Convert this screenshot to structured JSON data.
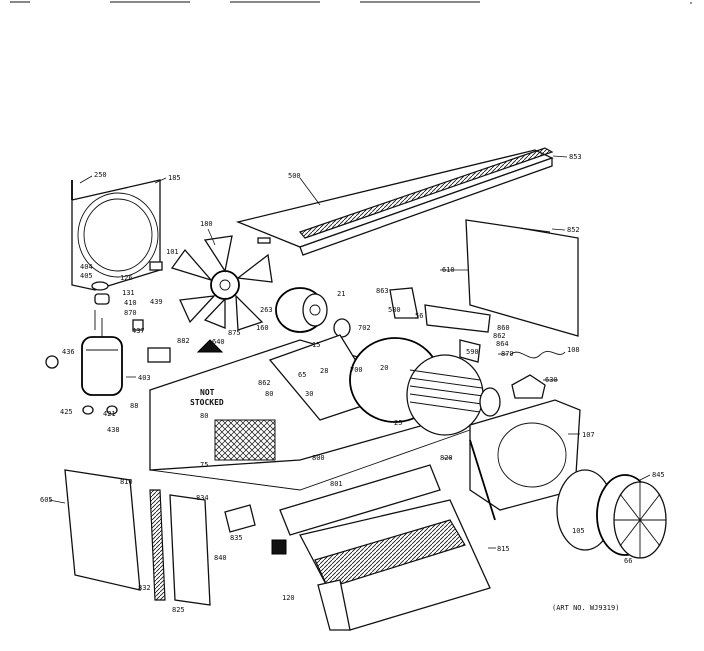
{
  "labels": [
    {
      "text": "250"
    },
    {
      "text": "185"
    },
    {
      "text": "500"
    },
    {
      "text": "853"
    },
    {
      "text": "180"
    },
    {
      "text": "852"
    },
    {
      "text": "610"
    },
    {
      "text": "101"
    },
    {
      "text": "404"
    },
    {
      "text": "405"
    },
    {
      "text": "126"
    },
    {
      "text": "131"
    },
    {
      "text": "410"
    },
    {
      "text": "870"
    },
    {
      "text": "437"
    },
    {
      "text": "439"
    },
    {
      "text": "436"
    },
    {
      "text": "403"
    },
    {
      "text": "425"
    },
    {
      "text": "421"
    },
    {
      "text": "438"
    },
    {
      "text": "88"
    },
    {
      "text": "882"
    },
    {
      "text": "640"
    },
    {
      "text": "875"
    },
    {
      "text": "263"
    },
    {
      "text": "160"
    },
    {
      "text": "21"
    },
    {
      "text": "702"
    },
    {
      "text": "863"
    },
    {
      "text": "860"
    },
    {
      "text": "580"
    },
    {
      "text": "56"
    },
    {
      "text": "590"
    },
    {
      "text": "862"
    },
    {
      "text": "864"
    },
    {
      "text": "879"
    },
    {
      "text": "108"
    },
    {
      "text": "630"
    },
    {
      "text": "107"
    },
    {
      "text": "NOT"
    },
    {
      "text": "STOCKED"
    },
    {
      "text": "80"
    },
    {
      "text": "75"
    },
    {
      "text": "20"
    },
    {
      "text": "25"
    },
    {
      "text": "800"
    },
    {
      "text": "820"
    },
    {
      "text": "801"
    },
    {
      "text": "605"
    },
    {
      "text": "810"
    },
    {
      "text": "834"
    },
    {
      "text": "835"
    },
    {
      "text": "840"
    },
    {
      "text": "832"
    },
    {
      "text": "825"
    },
    {
      "text": "815"
    },
    {
      "text": "120"
    },
    {
      "text": "105"
    },
    {
      "text": "845"
    },
    {
      "text": "66"
    },
    {
      "text": "862"
    },
    {
      "text": "80"
    },
    {
      "text": "65"
    },
    {
      "text": "30"
    },
    {
      "text": "28"
    },
    {
      "text": "700"
    },
    {
      "text": "15"
    }
  ],
  "art_number": "(ART NO. WJ9319)"
}
